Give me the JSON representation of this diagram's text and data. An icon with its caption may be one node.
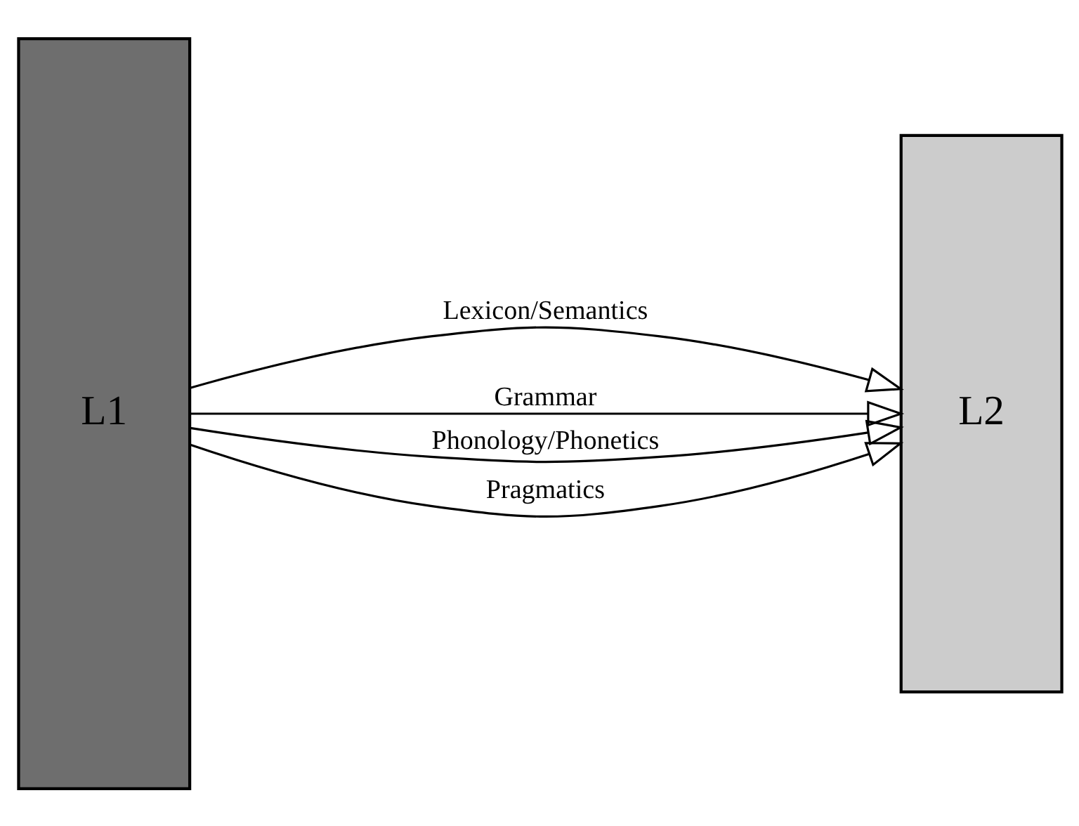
{
  "diagram": {
    "nodes": [
      {
        "text": [
          "L1"
        ]
      },
      {
        "text": [
          "L2"
        ]
      }
    ],
    "edges": [
      {
        "from": 0,
        "to": 1,
        "arrow": "to",
        "label": "Lexicon/Semantics"
      },
      {
        "from": 0,
        "to": 1,
        "arrow": "to",
        "label": "Grammar"
      },
      {
        "from": 0,
        "to": 1,
        "arrow": "to",
        "label": "Phonology/Phonetics"
      },
      {
        "from": 0,
        "to": 1,
        "arrow": "to",
        "label": "Pragmatics"
      }
    ]
  }
}
